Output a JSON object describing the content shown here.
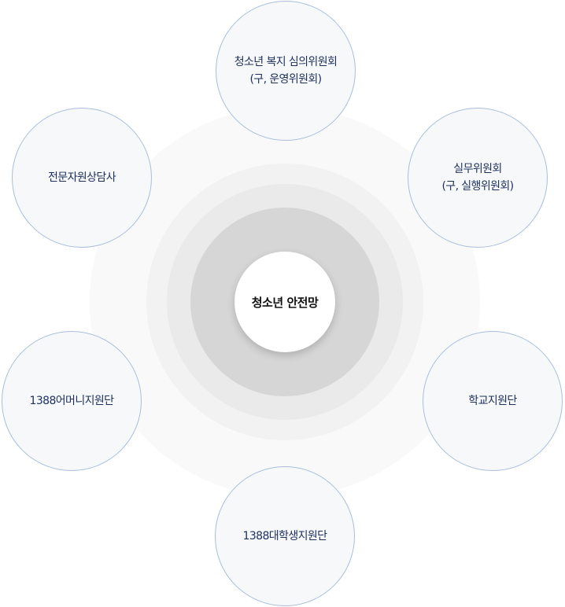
{
  "center": {
    "label": "청소년 안전망"
  },
  "nodes": {
    "top": {
      "line1": "청소년 복지 심의위원회",
      "line2": "(구, 운영위원회)"
    },
    "top_right": {
      "line1": "실무위원회",
      "line2": "(구, 실행위원회)"
    },
    "bottom_right": {
      "line1": "학교지원단"
    },
    "bottom": {
      "line1": "1388대학생지원단"
    },
    "bottom_left": {
      "line1": "1388어머니지원단"
    },
    "top_left": {
      "line1": "전문자원상담사"
    }
  },
  "colors": {
    "node_border": "#a9bedd",
    "node_text": "#1c2f5c",
    "center_text": "#111111",
    "hub_ring": "#d6d6d6"
  }
}
